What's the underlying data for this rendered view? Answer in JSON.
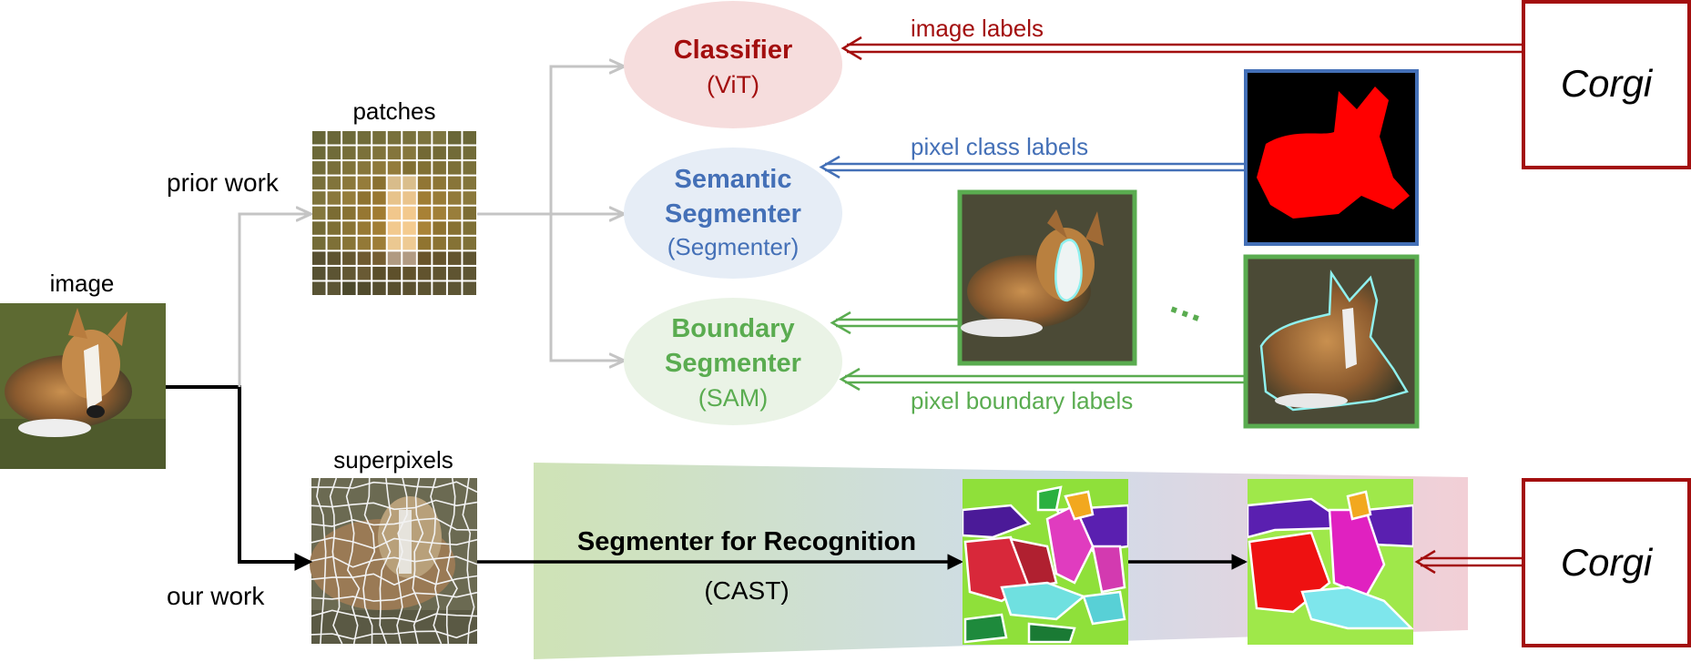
{
  "labels": {
    "image": "image",
    "patches": "patches",
    "superpixels": "superpixels",
    "prior_work": "prior work",
    "our_work": "our work",
    "ellipsis": "…"
  },
  "models": {
    "classifier": {
      "name": "Classifier",
      "sub": "(ViT)"
    },
    "semantic": {
      "line1": "Semantic",
      "line2": "Segmenter",
      "sub": "(Segmenter)"
    },
    "boundary": {
      "line1": "Boundary",
      "line2": "Segmenter",
      "sub": "(SAM)"
    }
  },
  "supervision": {
    "image_labels": "image labels",
    "pixel_class_labels": "pixel class labels",
    "pixel_boundary_labels": "pixel boundary labels",
    "class_top": "Corgi",
    "class_bottom": "Corgi"
  },
  "cast": {
    "title": "Segmenter for Recognition",
    "sub": "(CAST)"
  },
  "colors": {
    "classifier": "#a30e0e",
    "semantic": "#4470b7",
    "boundary": "#5aac50",
    "gray_arrow": "#c4c4c4",
    "black_arrow": "#000000"
  }
}
